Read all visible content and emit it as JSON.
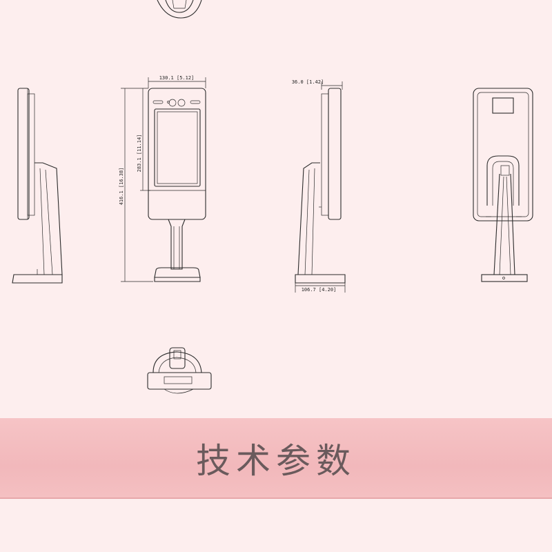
{
  "dimensions": {
    "front_width": "130.1 [5.12]",
    "total_height": "416.1 [16.38]",
    "screen_height": "283.1 [11.14]",
    "depth_top": "36.0 [1.42]",
    "base_depth": "106.7 [4.20]"
  },
  "section_title": "技术参数",
  "colors": {
    "background": "#fdeeee",
    "band": "#f4bcbf",
    "line": "#2a2a2a",
    "title_text": "#6a5a5c"
  }
}
